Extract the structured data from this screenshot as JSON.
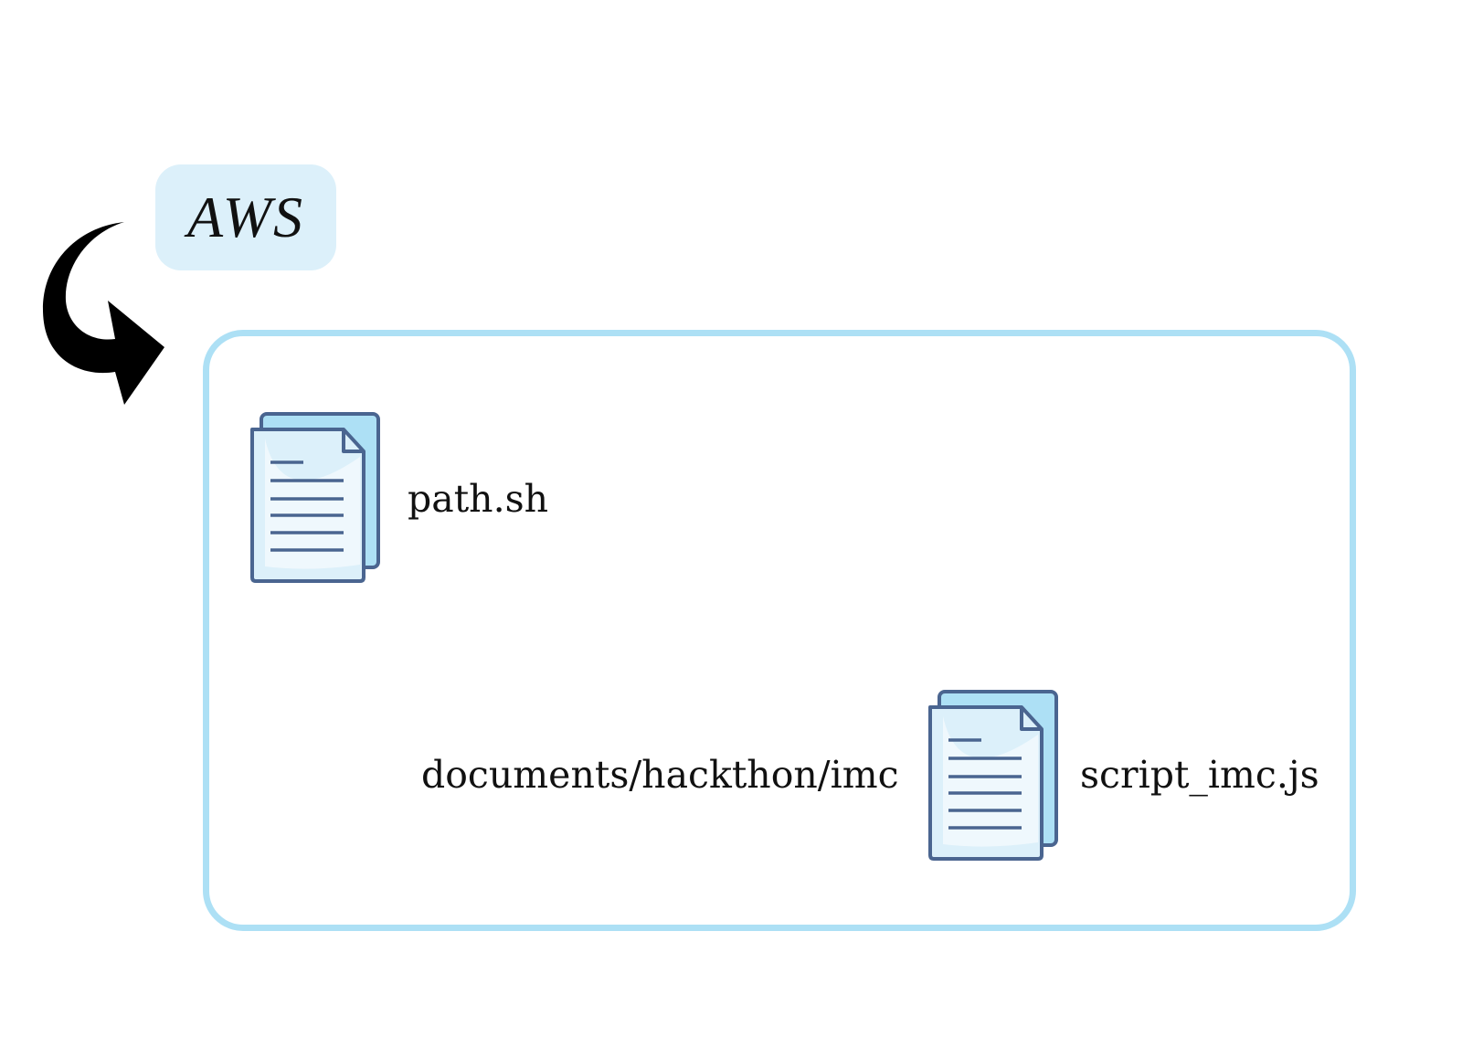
{
  "aws": {
    "label": "AWS"
  },
  "files": {
    "path_file": {
      "name": "path.sh"
    },
    "script_file": {
      "name": "script_imc.js",
      "directory": "documents/hackthon/imc"
    }
  },
  "colors": {
    "badge_fill": "#dcf0fa",
    "container_border": "#ade0f5",
    "file_fill_front": "#dcf0fa",
    "file_fill_back": "#ade0f5",
    "file_outline": "#4a6590",
    "arrow": "#000000"
  },
  "icons": [
    "curved-arrow-icon",
    "document-icon"
  ]
}
